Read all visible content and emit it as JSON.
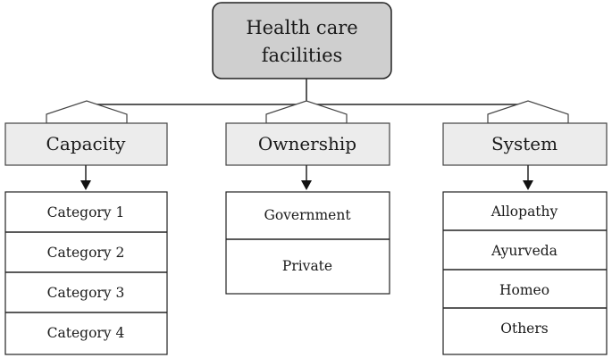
{
  "root": {
    "lines": [
      "Health care",
      "facilities"
    ]
  },
  "columns": [
    {
      "id": "capacity",
      "label": "Capacity",
      "items": [
        "Category 1",
        "Category 2",
        "Category 3",
        "Category 4"
      ]
    },
    {
      "id": "ownership",
      "label": "Ownership",
      "items": [
        "Government",
        "Private"
      ]
    },
    {
      "id": "system",
      "label": "System",
      "items": [
        "Allopathy",
        "Ayurveda",
        "Homeo",
        "Others"
      ]
    }
  ]
}
